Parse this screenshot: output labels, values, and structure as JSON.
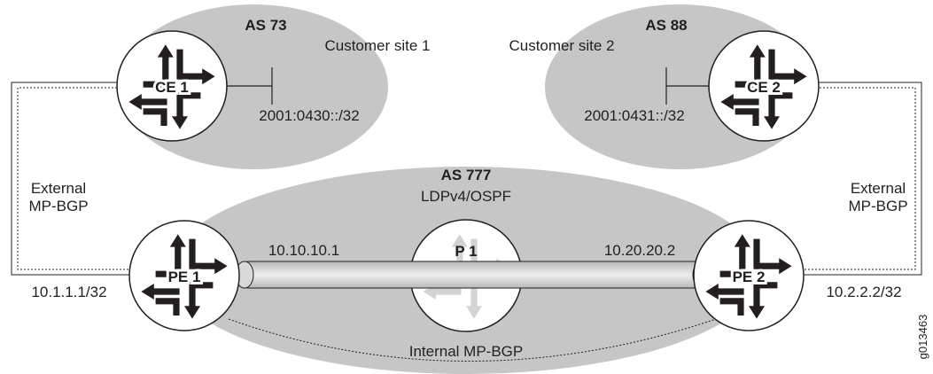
{
  "colors": {
    "cloud": "#c6c6c6",
    "router_fill": "#ffffff",
    "router_stroke": "#231f20",
    "arrow": "#231f20",
    "arrow_faint": "#cfcfcf",
    "tunnel": "#d9d9d9",
    "line": "#231f20"
  },
  "clouds": {
    "site1": {
      "as": "AS 73",
      "label": "Customer site 1",
      "prefix": "2001:0430::/32"
    },
    "site2": {
      "as": "AS 88",
      "label": "Customer site 2",
      "prefix": "2001:0431::/32"
    },
    "core": {
      "as": "AS 777",
      "protocol": "LDPv4/OSPF"
    }
  },
  "routers": {
    "ce1": {
      "label": "CE 1",
      "icon": "router-icon"
    },
    "ce2": {
      "label": "CE 2",
      "icon": "router-icon"
    },
    "pe1": {
      "label": "PE 1",
      "icon": "router-icon",
      "loopback": "10.1.1.1/32",
      "interface": "10.10.10.1"
    },
    "pe2": {
      "label": "PE 2",
      "icon": "router-icon",
      "loopback": "10.2.2.2/32",
      "interface": "10.20.20.2"
    },
    "p1": {
      "label": "P 1",
      "icon": "router-icon"
    }
  },
  "sessions": {
    "left": {
      "line1": "External",
      "line2": "MP-BGP"
    },
    "right": {
      "line1": "External",
      "line2": "MP-BGP"
    },
    "internal": "Internal MP-BGP"
  },
  "figure_id": "g013463"
}
